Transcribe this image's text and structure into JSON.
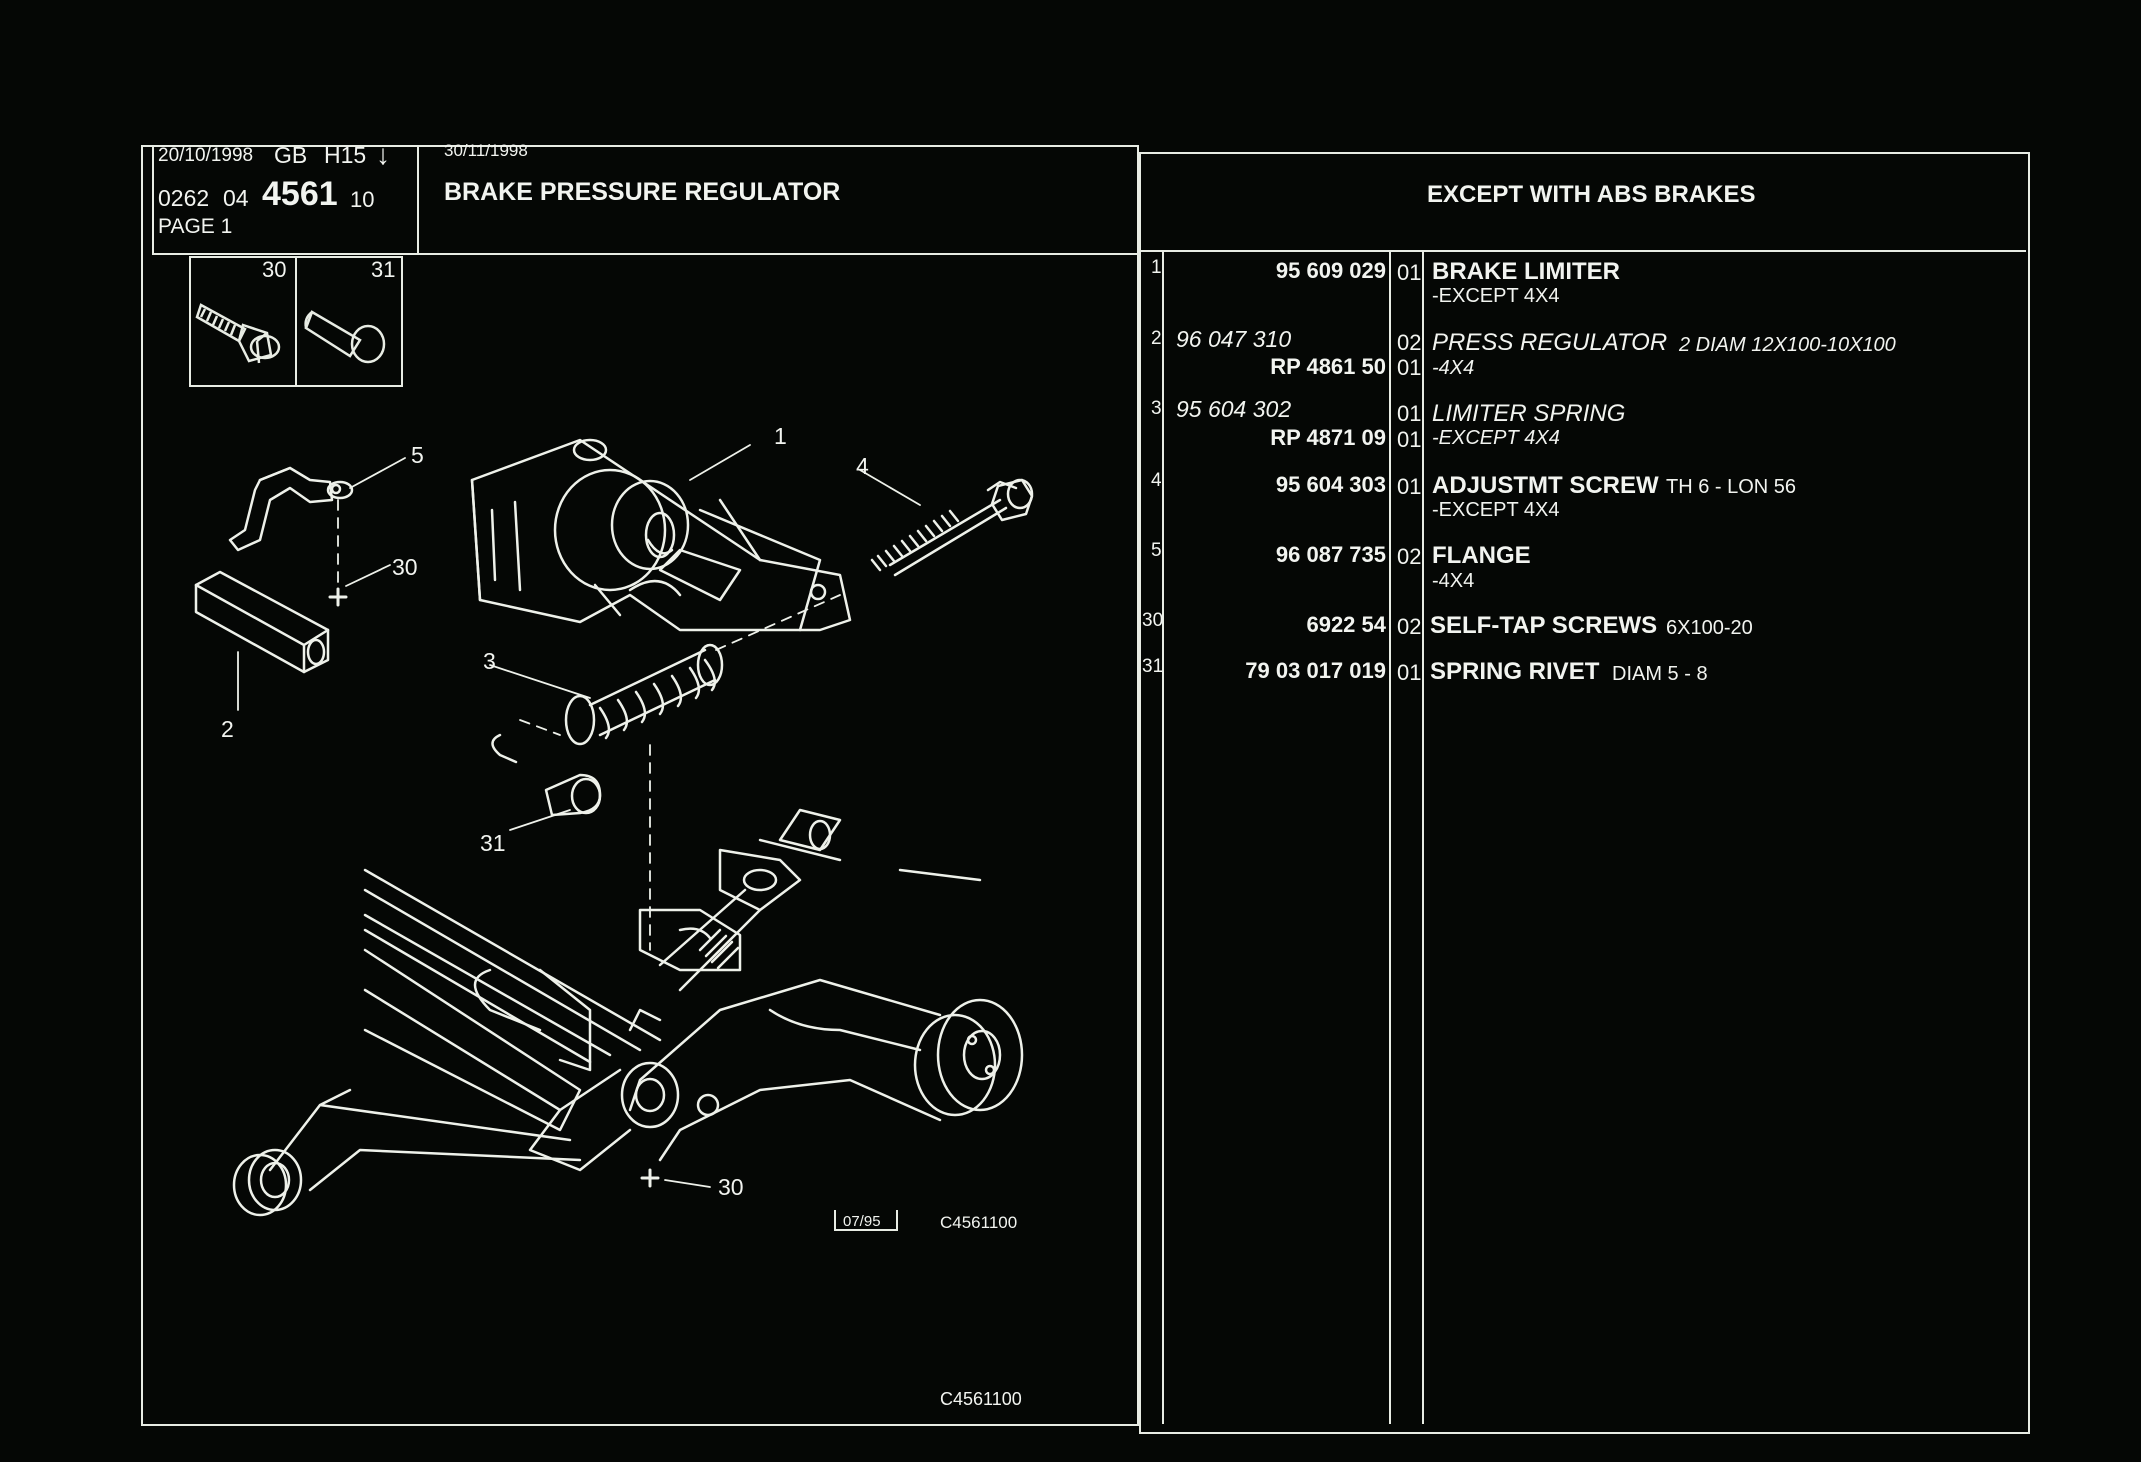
{
  "header": {
    "date1": "20/10/1998",
    "lang": "GB",
    "code": "H15",
    "arrow": "↓",
    "ref_a": "0262",
    "ref_b": "04",
    "ref_main": "4561",
    "ref_c": "10",
    "page": "PAGE 1",
    "date2": "30/11/1998",
    "title": "BRAKE PRESSURE REGULATOR",
    "condition": "EXCEPT WITH ABS BRAKES"
  },
  "inset": {
    "label_left": "30",
    "label_right": "31"
  },
  "diagram": {
    "callouts": [
      "1",
      "2",
      "3",
      "4",
      "5",
      "30",
      "30",
      "31"
    ],
    "date_box": "07/95",
    "ref_code": "C4561100",
    "footer_code": "C4561100"
  },
  "parts": [
    {
      "idx": "1",
      "lines": [
        {
          "pn": "95 609 029",
          "qty": "01",
          "desc": "BRAKE LIMITER",
          "extra": "",
          "pn_bold": true,
          "desc_bold": true,
          "italic": false
        }
      ],
      "note": "-EXCEPT 4X4",
      "note_italic": false
    },
    {
      "idx": "2",
      "lines": [
        {
          "pn": "96 047 310",
          "qty": "02",
          "desc": "PRESS REGULATOR",
          "extra": "2 DIAM 12X100-10X100",
          "pn_bold": false,
          "desc_bold": false,
          "italic": true
        },
        {
          "pn": "RP 4861 50",
          "qty": "01",
          "desc": "-4X4",
          "extra": "",
          "pn_bold": true,
          "desc_bold": false,
          "italic": true
        }
      ],
      "note": "",
      "note_italic": true
    },
    {
      "idx": "3",
      "lines": [
        {
          "pn": "95 604 302",
          "qty": "01",
          "desc": "LIMITER SPRING",
          "extra": "",
          "pn_bold": false,
          "desc_bold": false,
          "italic": true
        },
        {
          "pn": "RP 4871 09",
          "qty": "01",
          "desc": "-EXCEPT 4X4",
          "extra": "",
          "pn_bold": true,
          "desc_bold": false,
          "italic": true
        }
      ],
      "note": "",
      "note_italic": true
    },
    {
      "idx": "4",
      "lines": [
        {
          "pn": "95 604 303",
          "qty": "01",
          "desc": "ADJUSTMT SCREW",
          "extra": "TH 6 - LON 56",
          "pn_bold": true,
          "desc_bold": true,
          "italic": false
        }
      ],
      "note": "-EXCEPT 4X4",
      "note_italic": false
    },
    {
      "idx": "5",
      "lines": [
        {
          "pn": "96 087 735",
          "qty": "02",
          "desc": "FLANGE",
          "extra": "",
          "pn_bold": true,
          "desc_bold": true,
          "italic": false
        }
      ],
      "note": "-4X4",
      "note_italic": false
    },
    {
      "idx": "30",
      "lines": [
        {
          "pn": "6922 54",
          "qty": "02",
          "desc": "SELF-TAP SCREWS",
          "extra": "6X100-20",
          "pn_bold": true,
          "desc_bold": true,
          "italic": false
        }
      ],
      "note": "",
      "note_italic": false
    },
    {
      "idx": "31",
      "lines": [
        {
          "pn": "79 03 017 019",
          "qty": "01",
          "desc": "SPRING RIVET",
          "extra": "DIAM 5 - 8",
          "pn_bold": true,
          "desc_bold": true,
          "italic": false
        }
      ],
      "note": "",
      "note_italic": false
    }
  ]
}
